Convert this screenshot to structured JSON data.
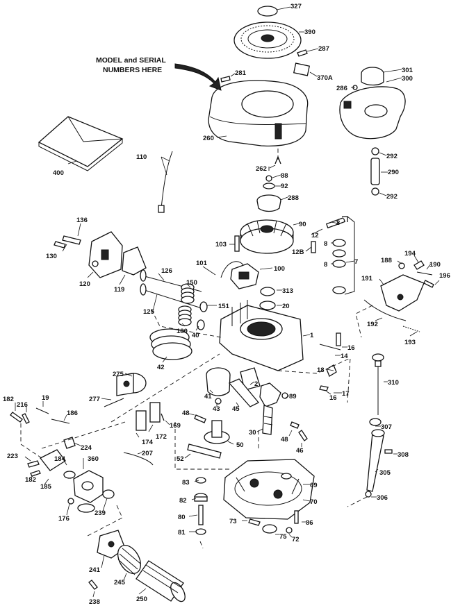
{
  "header_partial": "",
  "note": {
    "line1": "MODEL and SERIAL",
    "line2": "NUMBERS HERE"
  },
  "callouts": [
    {
      "id": "c327",
      "text": "327"
    },
    {
      "id": "c390",
      "text": "390"
    },
    {
      "id": "c287",
      "text": "287"
    },
    {
      "id": "c281",
      "text": "281"
    },
    {
      "id": "c370a",
      "text": "370A"
    },
    {
      "id": "c301",
      "text": "301"
    },
    {
      "id": "c300",
      "text": "300"
    },
    {
      "id": "c286",
      "text": "286"
    },
    {
      "id": "c260",
      "text": "260"
    },
    {
      "id": "c400",
      "text": "400"
    },
    {
      "id": "c262",
      "text": "262"
    },
    {
      "id": "c292a",
      "text": "292"
    },
    {
      "id": "c290",
      "text": "290"
    },
    {
      "id": "c292b",
      "text": "292"
    },
    {
      "id": "c110",
      "text": "110"
    },
    {
      "id": "c88",
      "text": "88"
    },
    {
      "id": "c92",
      "text": "92"
    },
    {
      "id": "c288",
      "text": "288"
    },
    {
      "id": "c8a",
      "text": "8"
    },
    {
      "id": "c12",
      "text": "12"
    },
    {
      "id": "c90",
      "text": "90"
    },
    {
      "id": "c136",
      "text": "136"
    },
    {
      "id": "c130",
      "text": "130"
    },
    {
      "id": "c103",
      "text": "103"
    },
    {
      "id": "c12b",
      "text": "12B"
    },
    {
      "id": "c8b",
      "text": "8"
    },
    {
      "id": "c8c",
      "text": "8"
    },
    {
      "id": "c7",
      "text": "7"
    },
    {
      "id": "c101",
      "text": "101"
    },
    {
      "id": "c100",
      "text": "100"
    },
    {
      "id": "c126",
      "text": "126"
    },
    {
      "id": "c120",
      "text": "120"
    },
    {
      "id": "c119",
      "text": "119"
    },
    {
      "id": "c150",
      "text": "150"
    },
    {
      "id": "c313",
      "text": "313"
    },
    {
      "id": "c188",
      "text": "188"
    },
    {
      "id": "c194",
      "text": "194"
    },
    {
      "id": "c190",
      "text": "190"
    },
    {
      "id": "c191",
      "text": "191"
    },
    {
      "id": "c196",
      "text": "196"
    },
    {
      "id": "c125",
      "text": "125"
    },
    {
      "id": "c151",
      "text": "151"
    },
    {
      "id": "c20",
      "text": "20"
    },
    {
      "id": "c180",
      "text": "180"
    },
    {
      "id": "c40",
      "text": "40"
    },
    {
      "id": "c192",
      "text": "192"
    },
    {
      "id": "c1",
      "text": "1"
    },
    {
      "id": "c193",
      "text": "193"
    },
    {
      "id": "c16a",
      "text": "16"
    },
    {
      "id": "c42",
      "text": "42"
    },
    {
      "id": "c14",
      "text": "14"
    },
    {
      "id": "c275",
      "text": "275"
    },
    {
      "id": "c18",
      "text": "18"
    },
    {
      "id": "c310",
      "text": "310"
    },
    {
      "id": "c2",
      "text": "2"
    },
    {
      "id": "c41",
      "text": "41"
    },
    {
      "id": "c89",
      "text": "89"
    },
    {
      "id": "c16b",
      "text": "16"
    },
    {
      "id": "c17",
      "text": "17"
    },
    {
      "id": "c277",
      "text": "277"
    },
    {
      "id": "c43",
      "text": "43"
    },
    {
      "id": "c45",
      "text": "45"
    },
    {
      "id": "c182a",
      "text": "182"
    },
    {
      "id": "c216",
      "text": "216"
    },
    {
      "id": "c19",
      "text": "19"
    },
    {
      "id": "c186",
      "text": "186"
    },
    {
      "id": "c48a",
      "text": "48"
    },
    {
      "id": "c169",
      "text": "169"
    },
    {
      "id": "c307",
      "text": "307"
    },
    {
      "id": "c30",
      "text": "30"
    },
    {
      "id": "c48b",
      "text": "48"
    },
    {
      "id": "c46",
      "text": "46"
    },
    {
      "id": "c174",
      "text": "174"
    },
    {
      "id": "c172",
      "text": "172"
    },
    {
      "id": "c224",
      "text": "224"
    },
    {
      "id": "c50",
      "text": "50"
    },
    {
      "id": "c207",
      "text": "207"
    },
    {
      "id": "c223",
      "text": "223"
    },
    {
      "id": "c184",
      "text": "184"
    },
    {
      "id": "c360",
      "text": "360"
    },
    {
      "id": "c52",
      "text": "52"
    },
    {
      "id": "c308",
      "text": "308"
    },
    {
      "id": "c182b",
      "text": "182"
    },
    {
      "id": "c185",
      "text": "185"
    },
    {
      "id": "c305",
      "text": "305"
    },
    {
      "id": "c83",
      "text": "83"
    },
    {
      "id": "c69",
      "text": "69"
    },
    {
      "id": "c82",
      "text": "82"
    },
    {
      "id": "c70",
      "text": "70"
    },
    {
      "id": "c306",
      "text": "306"
    },
    {
      "id": "c176",
      "text": "176"
    },
    {
      "id": "c239",
      "text": "239"
    },
    {
      "id": "c80",
      "text": "80"
    },
    {
      "id": "c73",
      "text": "73"
    },
    {
      "id": "c86",
      "text": "86"
    },
    {
      "id": "c81",
      "text": "81"
    },
    {
      "id": "c75",
      "text": "75"
    },
    {
      "id": "c72",
      "text": "72"
    },
    {
      "id": "c241",
      "text": "241"
    },
    {
      "id": "c245",
      "text": "245"
    },
    {
      "id": "c250",
      "text": "250"
    },
    {
      "id": "c238",
      "text": "238"
    }
  ]
}
